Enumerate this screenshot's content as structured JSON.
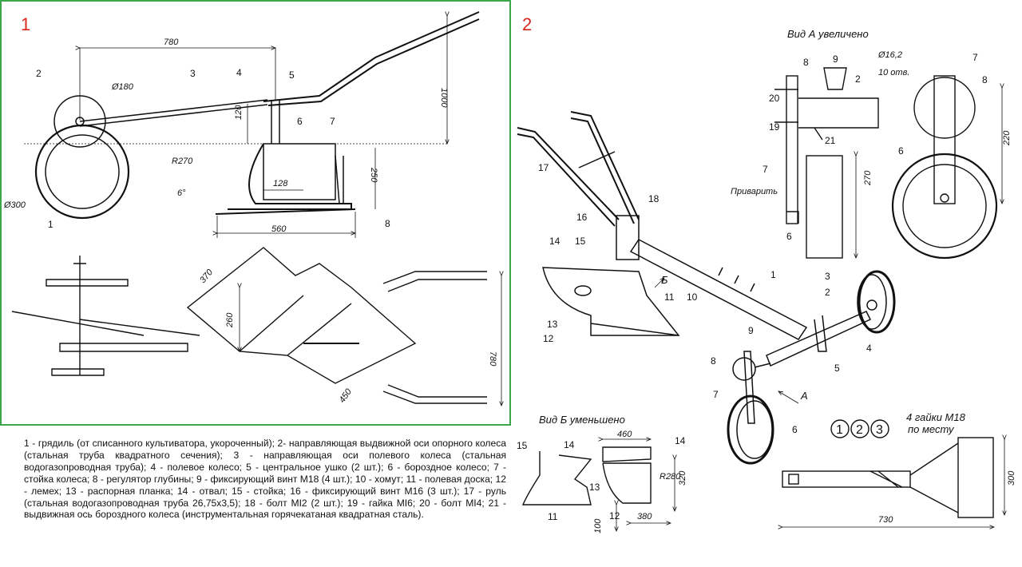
{
  "panels": {
    "left_number": "1",
    "right_number": "2"
  },
  "fig1": {
    "labels": {
      "n1": "1",
      "n2": "2",
      "n3": "3",
      "n4": "4",
      "n5": "5",
      "n6": "6",
      "n7": "7",
      "n8": "8"
    },
    "dims": {
      "d780": "780",
      "d1000": "1000",
      "d120": "120",
      "d250": "250",
      "d560": "560",
      "d128": "128",
      "r270": "R270",
      "dia180": "Ø180",
      "dia300": "Ø300",
      "angle": "6°",
      "d370": "370",
      "d260": "260",
      "d450": "450",
      "d780b": "780"
    }
  },
  "fig2": {
    "labels": {
      "n1": "1",
      "n2": "2",
      "n3": "3",
      "n4": "4",
      "n5": "5",
      "n6": "6",
      "n7": "7",
      "n8": "8",
      "n9": "9",
      "n10": "10",
      "n11": "11",
      "n12": "12",
      "n13": "13",
      "n14": "14",
      "n15": "15",
      "n16": "16",
      "n17": "17",
      "n18": "18",
      "arrowA": "A",
      "arrowB": "Б"
    },
    "viewA": {
      "title": "Вид А увеличено",
      "labels": {
        "n8": "8",
        "n9": "9",
        "n2": "2",
        "n20": "20",
        "n19": "19",
        "n21": "21",
        "n7": "7",
        "n6": "6",
        "n7b": "7",
        "n8b": "8",
        "n6b": "6"
      },
      "weld": "Приварить",
      "holes": "Ø16,2",
      "holes_count": "10 отв.",
      "d270": "270",
      "d220": "220"
    },
    "viewB": {
      "title": "Вид Б уменьшено",
      "labels": {
        "n15": "15",
        "n14": "14",
        "n13": "13",
        "n11": "11",
        "n14b": "14",
        "n12": "12"
      },
      "d460": "460",
      "r280": "R280",
      "d320": "320",
      "d100": "100",
      "d380": "380"
    },
    "detail": {
      "circles": [
        "1",
        "2",
        "3"
      ],
      "nuts_line1": "4 гайки М18",
      "nuts_line2": "по месту",
      "d300": "300",
      "d730": "730"
    }
  },
  "legend": "1 - грядиль (от списанного культиватора, укороченный); 2- направляющая выдвижной оси опорного колеса (стальная труба квадратного сечения); 3 - направляющая оси полевого колеса (стальная водогазопроводная труба); 4 - полевое колесо; 5 - центральное ушко (2 шт.); 6 - бороздное колесо; 7 - стойка колеса; 8 - регулятор глубины; 9 - фиксирующий винт М18 (4 шт.); 10 - хомут; 11 - полевая доска; 12 - лемех; 13 - распорная планка; 14 - отвал; 15 - стойка; 16 - фиксирующий винт М16 (3 шт.); 17 - руль (стальная водогазопроводная труба 26,75х3,5); 18 - болт МI2 (2 шт.); 19 - гайка МI6; 20 - болт МI4; 21 - выдвижная ось бороздного колеса (инструментальная горячекатаная квадратная сталь)."
}
